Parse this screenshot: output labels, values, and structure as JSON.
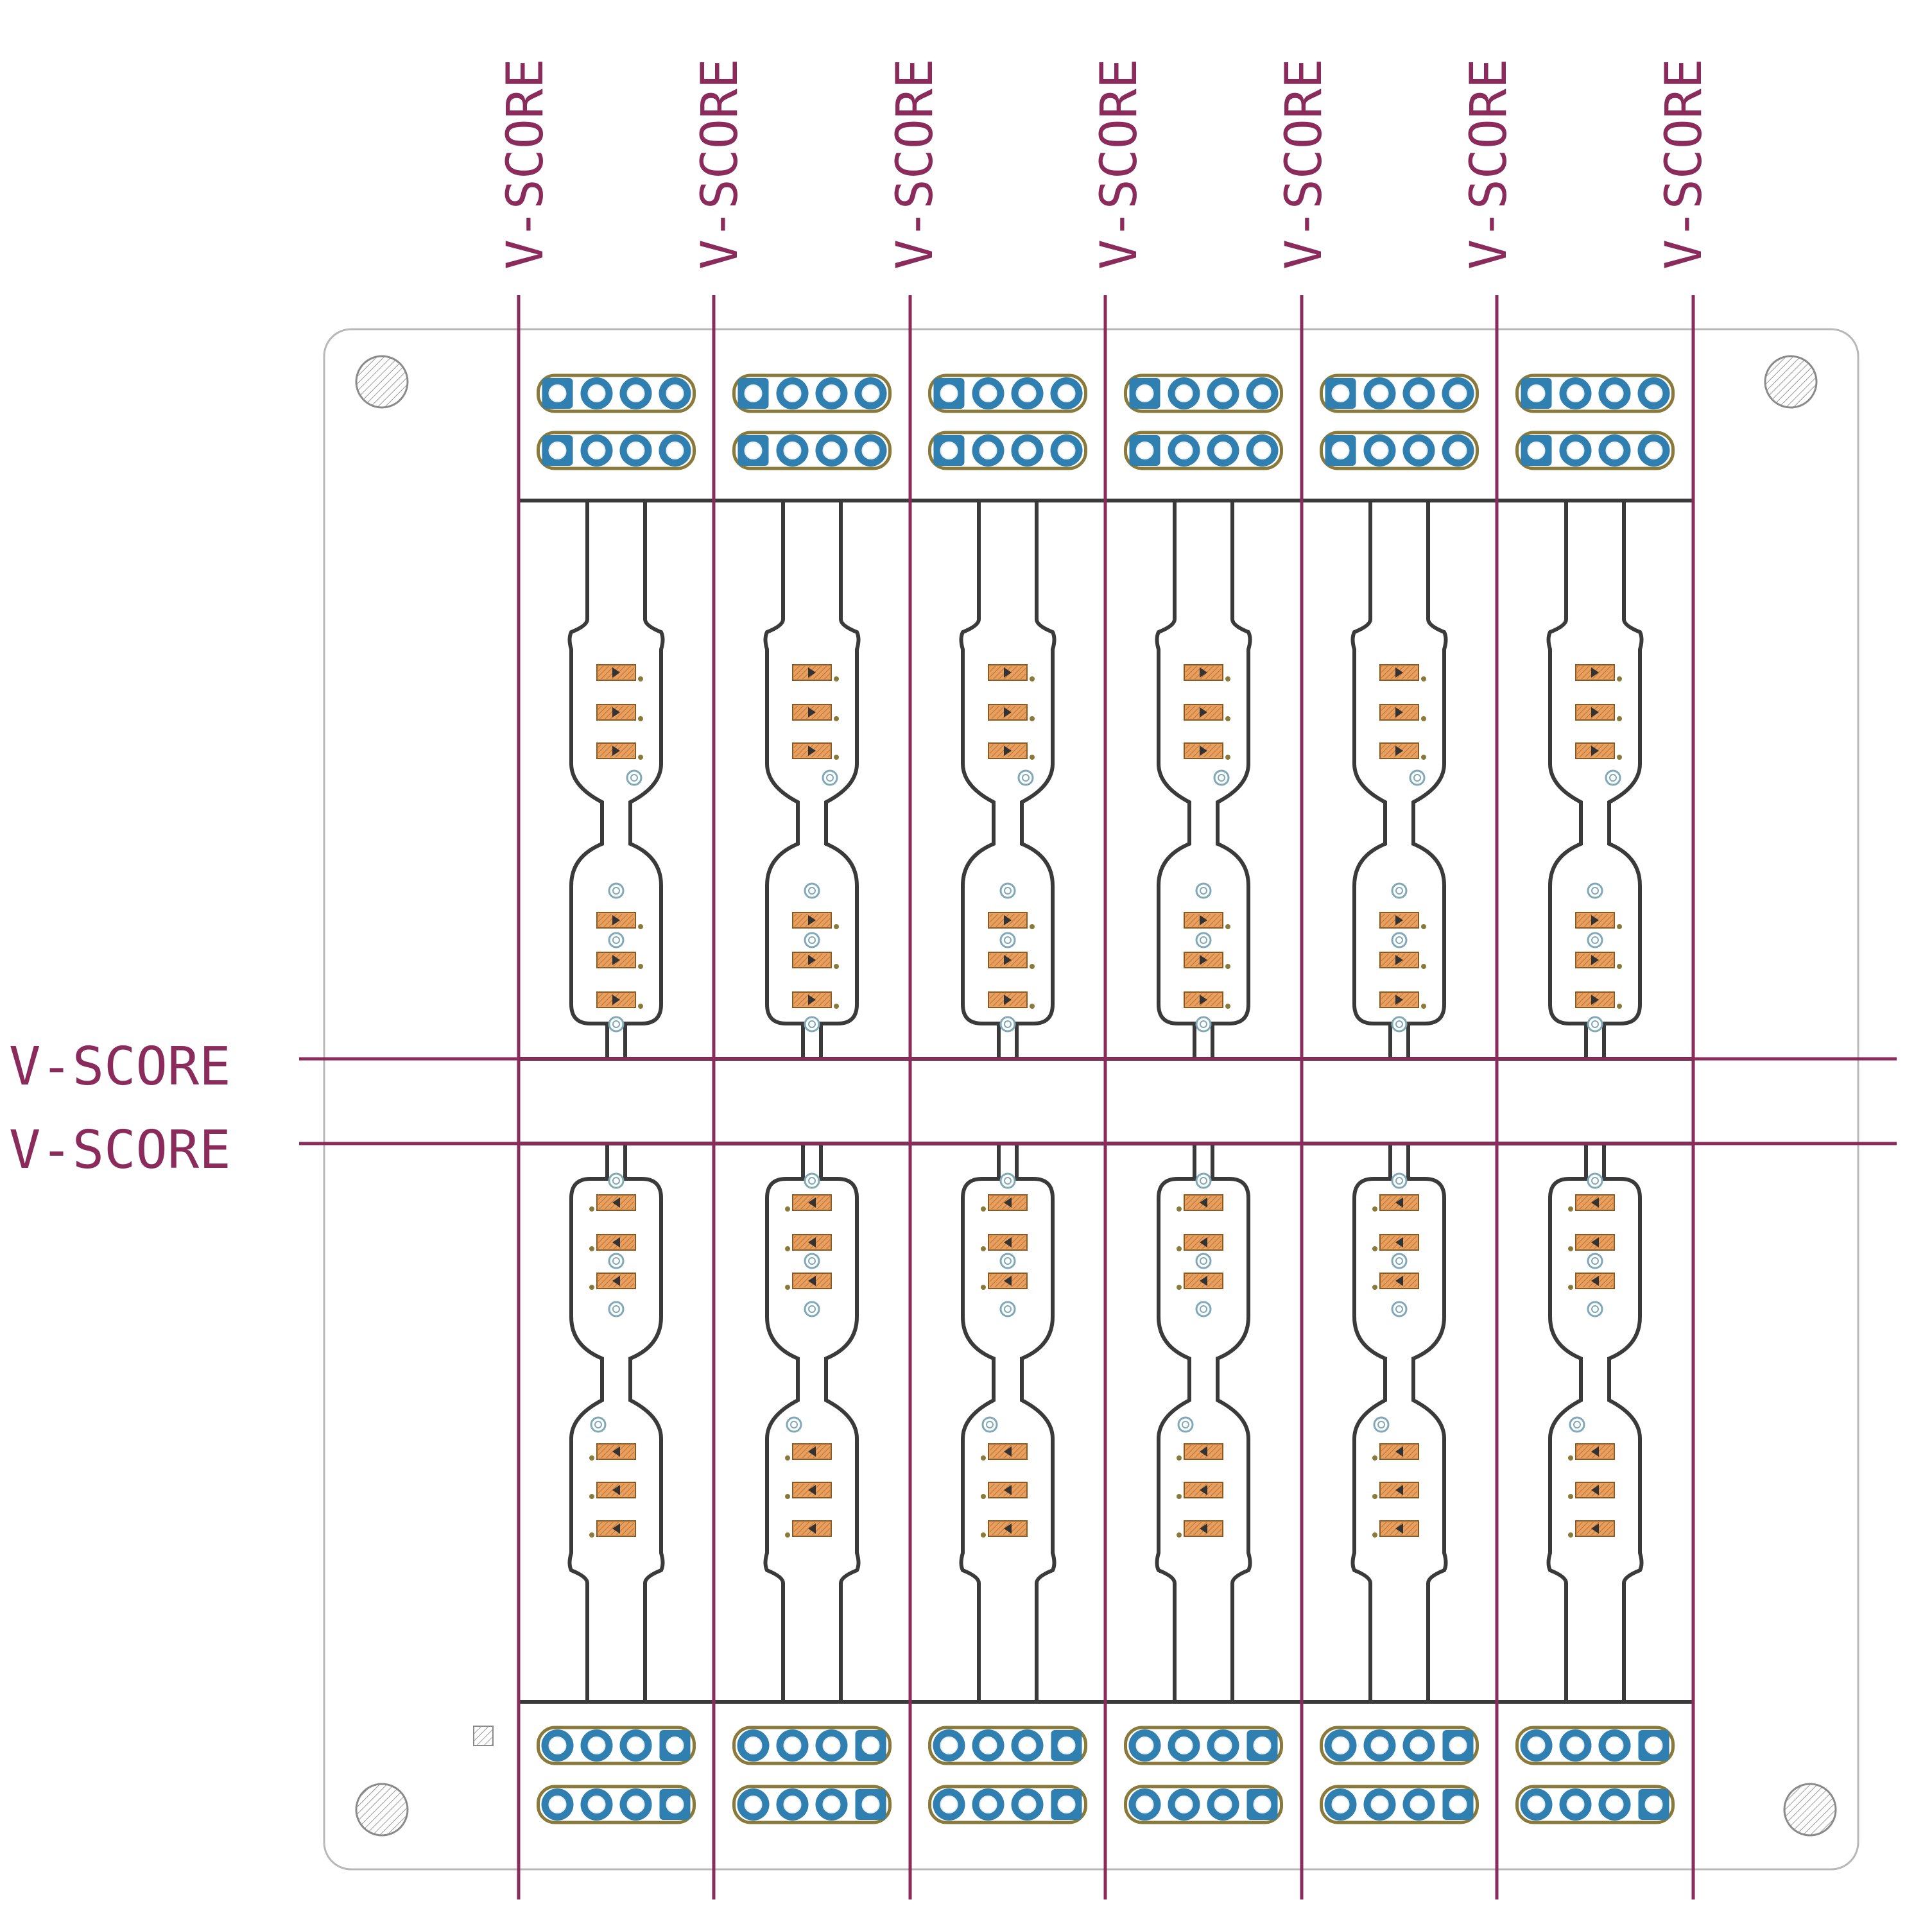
{
  "scores": {
    "vertical": [
      {
        "label": "V-SCORE"
      },
      {
        "label": "V-SCORE"
      },
      {
        "label": "V-SCORE"
      },
      {
        "label": "V-SCORE"
      },
      {
        "label": "V-SCORE"
      },
      {
        "label": "V-SCORE"
      },
      {
        "label": "V-SCORE"
      }
    ],
    "horizontal": [
      {
        "label": "V-SCORE"
      },
      {
        "label": "V-SCORE"
      }
    ]
  },
  "board": {
    "panel_count": 6,
    "pins_per_header": 4,
    "mounting_holes": 4
  },
  "colors": {
    "score": "#8a2b5c",
    "outline": "#3a3a3a",
    "board_edge": "#b8b8b8",
    "pad": "#2f80b0",
    "pad_ring": "#8a7a3a",
    "smd": "#e8a060",
    "via": "#7fa8b8"
  }
}
